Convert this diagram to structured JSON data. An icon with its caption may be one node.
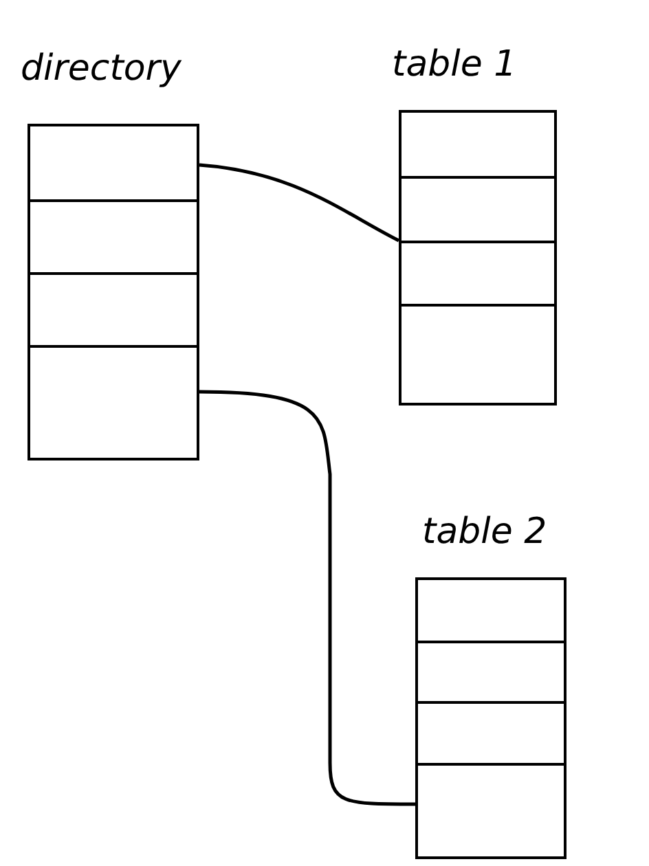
{
  "diagram": {
    "nodes": [
      {
        "text": [
          "directory"
        ]
      },
      {
        "text": [
          "table 1"
        ]
      },
      {
        "text": [
          "table 2"
        ]
      }
    ],
    "edges": [
      {
        "from": 0,
        "to": 1,
        "arrow": "none"
      },
      {
        "from": 0,
        "to": 2,
        "arrow": "none"
      }
    ]
  }
}
